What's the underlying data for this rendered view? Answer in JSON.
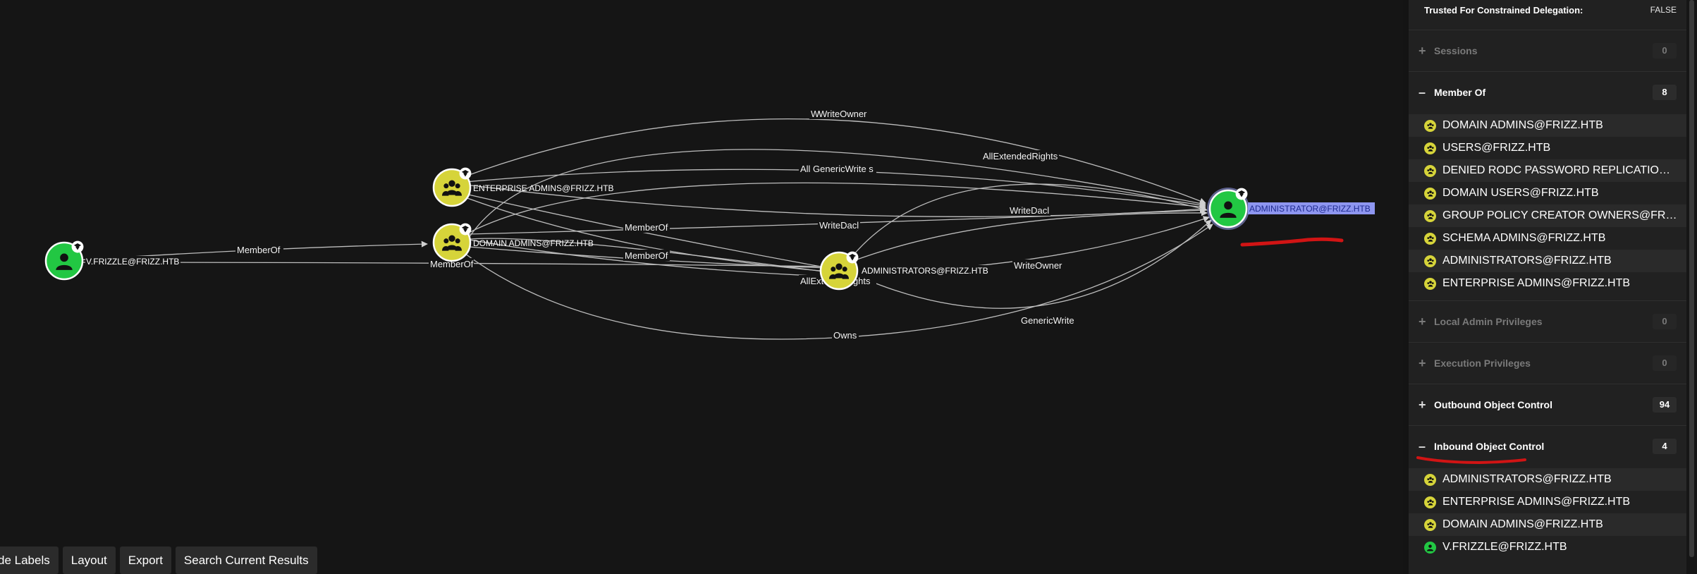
{
  "graph": {
    "nodes": {
      "vfrizzle": {
        "label": "V.FRIZZLE@FRIZZ.HTB",
        "kind": "user"
      },
      "enterprise_admins": {
        "label": "ENTERPRISE ADMINS@FRIZZ.HTB",
        "kind": "group"
      },
      "domain_admins": {
        "label": "DOMAIN ADMINS@FRIZZ.HTB",
        "kind": "group"
      },
      "administrators": {
        "label": "ADMINISTRATORS@FRIZZ.HTB",
        "kind": "group"
      },
      "administrator": {
        "label": "ADMINISTRATOR@FRIZZ.HTB",
        "kind": "user",
        "selected": true
      }
    },
    "edge_labels": {
      "memberof_1": "MemberOf",
      "memberof_2": "MemberOf",
      "memberof_3": "MemberOf",
      "memberof_4": "MemberOf",
      "writeowner_top": "WriteOwner",
      "writeowner_w": "W",
      "genericwrite_top": "All  GenericWrite  s",
      "allextendedrights_1": "AllExtendedRights",
      "writedacl_1": "WriteDacl",
      "writedacl_2": "WriteDacl",
      "allextended_mid": "AllExte",
      "rights_mid": "ights",
      "writeowner_2": "WriteOwner",
      "genericwrite_2": "GenericWrite",
      "owns": "Owns"
    }
  },
  "toolbar": {
    "node_labels": "de Labels",
    "layout": "Layout",
    "export": "Export",
    "search_current_results": "Search Current Results"
  },
  "panel": {
    "top_property": {
      "key": "Trusted For Constrained Delegation:",
      "value": "FALSE"
    },
    "sessions": {
      "title": "Sessions",
      "count": "0",
      "sign": "+"
    },
    "member_of": {
      "title": "Member Of",
      "count": "8",
      "sign": "–",
      "items": [
        "DOMAIN ADMINS@FRIZZ.HTB",
        "USERS@FRIZZ.HTB",
        "DENIED RODC PASSWORD REPLICATION ...",
        "DOMAIN USERS@FRIZZ.HTB",
        "GROUP POLICY CREATOR OWNERS@FRI...",
        "SCHEMA ADMINS@FRIZZ.HTB",
        "ADMINISTRATORS@FRIZZ.HTB",
        "ENTERPRISE ADMINS@FRIZZ.HTB"
      ]
    },
    "local_admin": {
      "title": "Local Admin Privileges",
      "count": "0",
      "sign": "+"
    },
    "execution": {
      "title": "Execution Privileges",
      "count": "0",
      "sign": "+"
    },
    "outbound": {
      "title": "Outbound Object Control",
      "count": "94",
      "sign": "+"
    },
    "inbound": {
      "title": "Inbound Object Control",
      "count": "4",
      "sign": "–",
      "items": [
        {
          "label": "ADMINISTRATORS@FRIZZ.HTB",
          "kind": "group"
        },
        {
          "label": "ENTERPRISE ADMINS@FRIZZ.HTB",
          "kind": "group"
        },
        {
          "label": "DOMAIN ADMINS@FRIZZ.HTB",
          "kind": "group"
        },
        {
          "label": "V.FRIZZLE@FRIZZ.HTB",
          "kind": "user"
        }
      ]
    }
  },
  "colors": {
    "background": "#151515",
    "group_node": "#d6d43a",
    "user_node": "#22c743",
    "selected_label_bg": "#8e96f0",
    "annotation_red": "#d11414"
  }
}
